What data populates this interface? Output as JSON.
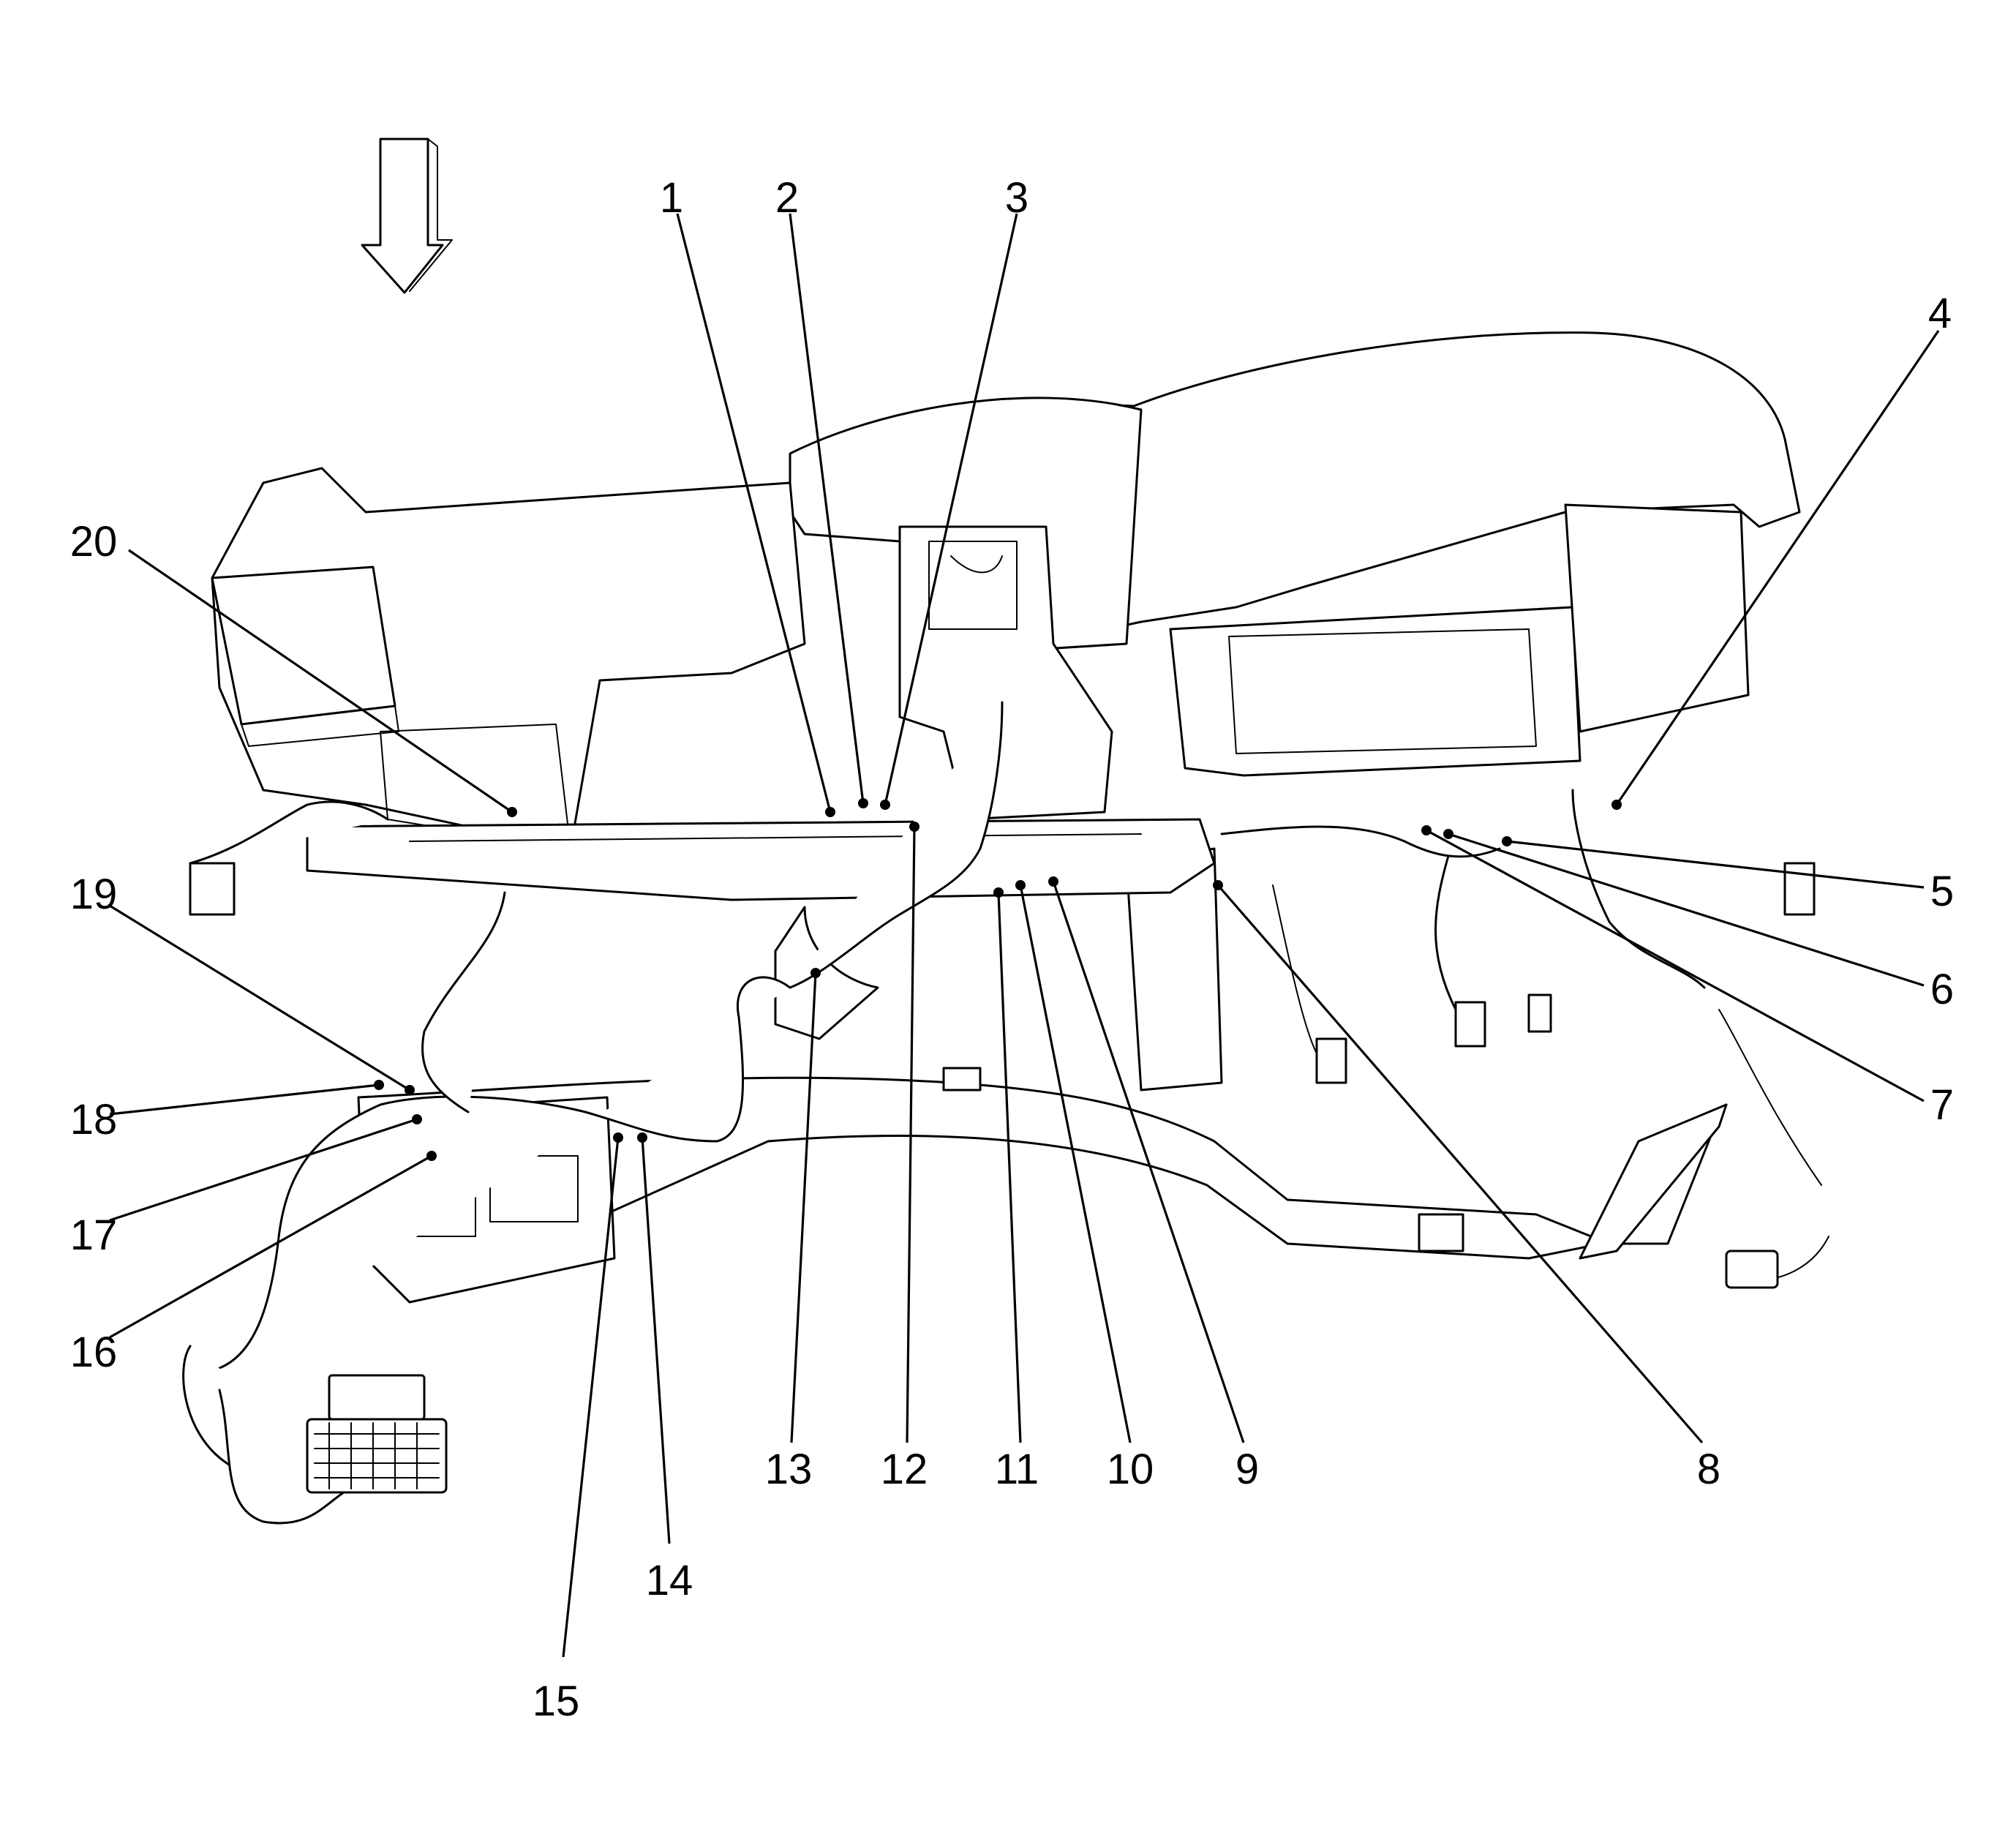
{
  "diagram": {
    "view_arrow_icon": "downward-view-arrow-icon",
    "callouts": [
      "1",
      "2",
      "3",
      "4",
      "5",
      "6",
      "7",
      "8",
      "9",
      "10",
      "11",
      "12",
      "13",
      "14",
      "15",
      "16",
      "17",
      "18",
      "19",
      "20"
    ]
  }
}
